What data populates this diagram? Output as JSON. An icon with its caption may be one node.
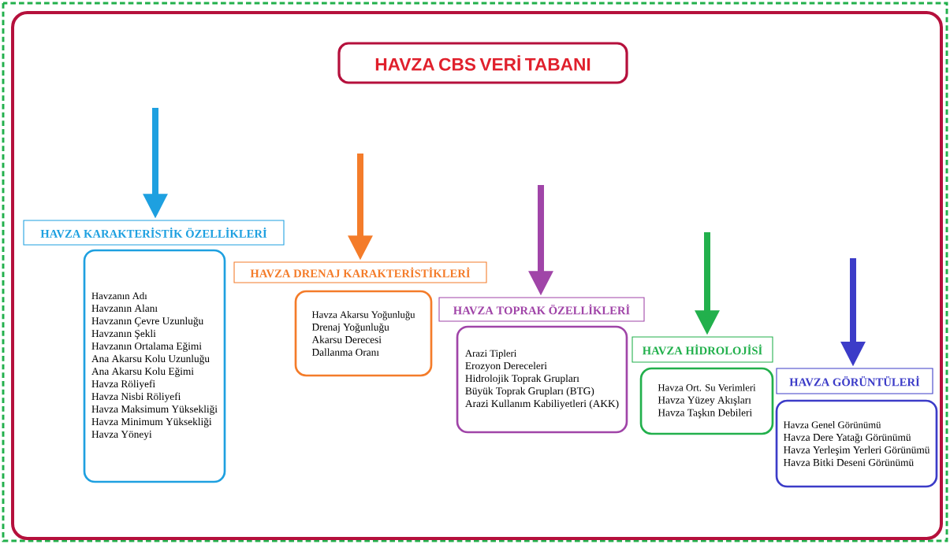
{
  "diagram": {
    "nodes": [
      {
        "text": [
          "HAVZA CBS VERİ TABANI"
        ]
      },
      {
        "text": [
          "HAVZA KARAKTERİSTİK ÖZELLİKLERİ"
        ]
      },
      {
        "text": [
          "Havzanın Adı",
          "Havzanın Alanı",
          "Havzanın Çevre Uzunluğu",
          "Havzanın Şekli",
          "Havzanın Ortalama Eğimi",
          "Ana Akarsu Kolu Uzunluğu",
          "Ana Akarsu Kolu Eğimi",
          "Havza Röliyefi",
          "Havza Nisbi Röliyefi",
          "Havza Maksimum Yüksekliği",
          "Havza Minimum Yüksekliği",
          "Havza Yöneyi"
        ]
      },
      {
        "text": [
          "HAVZA DRENAJ KARAKTERİSTİKLERİ"
        ]
      },
      {
        "text": [
          "Havza Akarsu Yoğunluğu",
          "Drenaj Yoğunluğu",
          "Akarsu Derecesi",
          "Dallanma Oranı"
        ]
      },
      {
        "text": [
          "HAVZA TOPRAK ÖZELLİKLERİ"
        ]
      },
      {
        "text": [
          "Arazi Tipleri",
          "Erozyon Dereceleri",
          "Hidrolojik Toprak Grupları",
          "Büyük Toprak Grupları (BTG)",
          "Arazi Kullanım Kabiliyetleri (AKK)"
        ]
      },
      {
        "text": [
          "HAVZA HİDROLOJİSİ"
        ]
      },
      {
        "text": [
          "Havza Ort. Su Verimleri",
          "Havza Yüzey Akışları",
          "Havza Taşkın Debileri"
        ]
      },
      {
        "text": [
          "HAVZA GÖRÜNTÜLERİ"
        ]
      },
      {
        "text": [
          "Havza Genel Görünümü",
          "Havza Dere Yatağı Görünümü",
          "Havza Yerleşim Yerleri Görünümü",
          "Havza Bitki Deseni Görünümü"
        ]
      }
    ],
    "edges": [
      {
        "from": null,
        "to": 1,
        "arrow": "to",
        "color": "#1ea0e0"
      },
      {
        "from": null,
        "to": 3,
        "arrow": "to",
        "color": "#f47c2a"
      },
      {
        "from": null,
        "to": 5,
        "arrow": "to",
        "color": "#a045a8"
      },
      {
        "from": null,
        "to": 7,
        "arrow": "to",
        "color": "#22b04c"
      },
      {
        "from": null,
        "to": 9,
        "arrow": "to",
        "color": "#3c3cc8"
      }
    ]
  }
}
